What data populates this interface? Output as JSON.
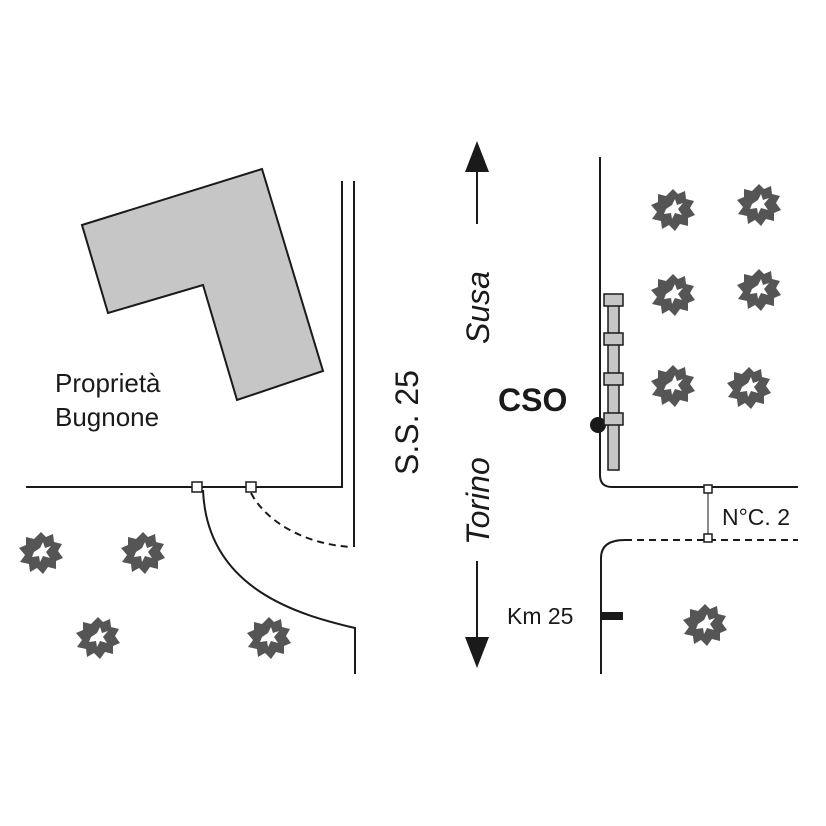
{
  "labels": {
    "property_line1": "Proprietà",
    "property_line2": "Bugnone",
    "road": "S.S. 25",
    "direction_north": "Susa",
    "direction_south": "Torino",
    "marker": "CSO",
    "civic_number": "N°C. 2",
    "km_marker": "Km 25"
  },
  "colors": {
    "building_fill": "#c6c6c6",
    "tree_fill": "#555555",
    "line": "#1a1a1a"
  },
  "icons": {
    "tree": "tree-icon",
    "arrow_north": "arrow-up-icon",
    "arrow_south": "arrow-down-icon",
    "marker": "filled-circle-icon"
  }
}
